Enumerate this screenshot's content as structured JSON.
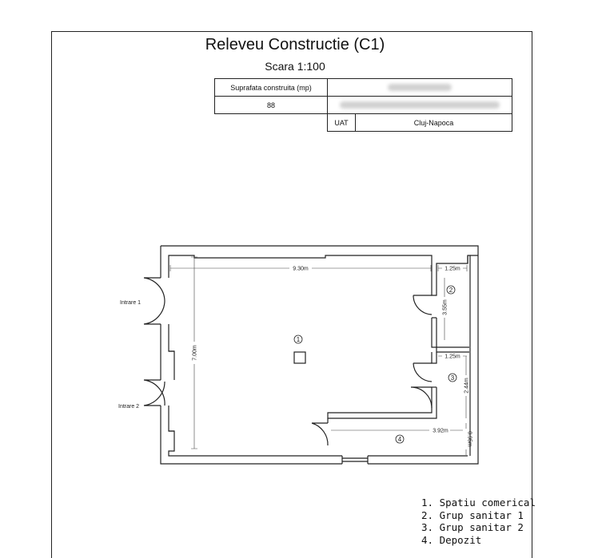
{
  "header": {
    "title": "Releveu Constructie (C1)",
    "scale": "Scara 1:100"
  },
  "info_table": {
    "area_label": "Suprafata construita (mp)",
    "area_value": "88",
    "uat_label": "UAT",
    "uat_value": "Cluj-Napoca"
  },
  "plan": {
    "entrances": [
      "Intrare 1",
      "Intrare 2"
    ],
    "room_markers": [
      "1",
      "2",
      "3",
      "4"
    ],
    "dimensions": {
      "main_width": "9.30m",
      "main_height": "7.00m",
      "room2_width": "1.25m",
      "room2_height": "3.55m",
      "room3_width": "1.25m",
      "room3_height": "2.44m",
      "room4_width": "3.92m",
      "room4_depth": "0.95m"
    }
  },
  "legend": [
    "1. Spatiu comerical",
    "2. Grup sanitar 1",
    "3. Grup sanitar 2",
    "4. Depozit"
  ]
}
